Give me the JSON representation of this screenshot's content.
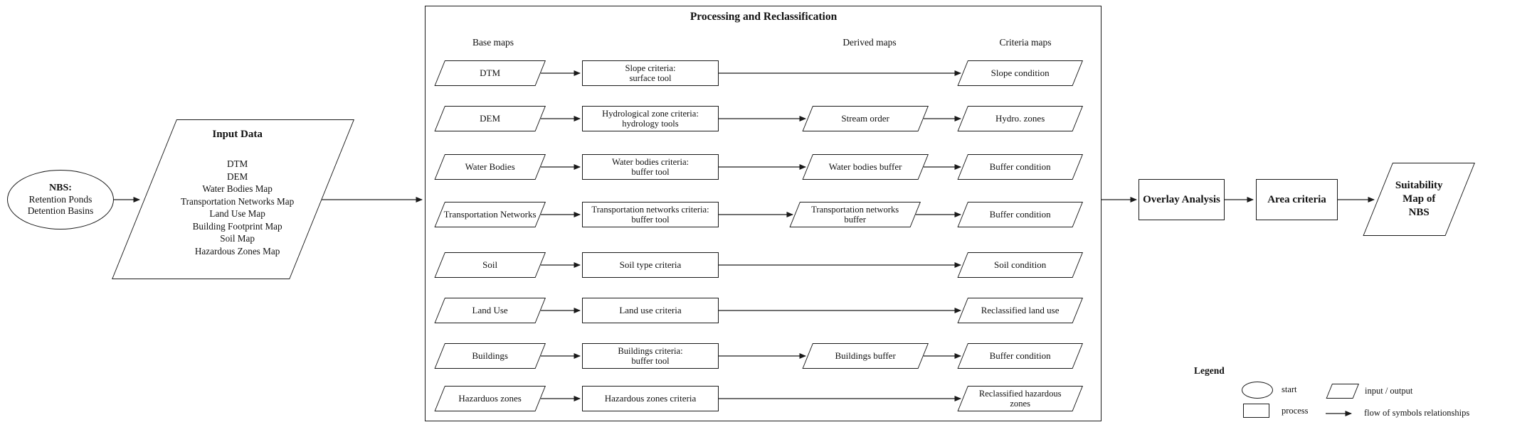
{
  "figure": {
    "start_node": {
      "title": "NBS:",
      "lines": [
        "Retention Ponds",
        "Detention Basins"
      ]
    },
    "input_node": {
      "title": "Input Data",
      "items": [
        "DTM",
        "DEM",
        "Water Bodies Map",
        "Transportation Networks Map",
        "Land Use Map",
        "Building Footprint Map",
        "Soil Map",
        "Hazardous Zones Map"
      ]
    },
    "process_section": {
      "title": "Processing and Reclassification",
      "column_headers": {
        "base": "Base maps",
        "derived": "Derived maps",
        "criteria": "Criteria maps"
      },
      "rows": [
        {
          "base": "DTM",
          "process": [
            "Slope criteria:",
            "surface tool"
          ],
          "derived": null,
          "criteria": [
            "Slope condition"
          ]
        },
        {
          "base": "DEM",
          "process": [
            "Hydrological zone criteria:",
            "hydrology tools"
          ],
          "derived": [
            "Stream order"
          ],
          "criteria": [
            "Hydro. zones"
          ]
        },
        {
          "base": "Water Bodies",
          "process": [
            "Water bodies criteria:",
            "buffer tool"
          ],
          "derived": [
            "Water bodies buffer"
          ],
          "criteria": [
            "Buffer condition"
          ]
        },
        {
          "base": "Transportation Networks",
          "process": [
            "Transportation networks criteria:",
            "buffer tool"
          ],
          "derived": [
            "Transportation networks",
            "buffer"
          ],
          "criteria": [
            "Buffer condition"
          ]
        },
        {
          "base": "Soil",
          "process": [
            "Soil type criteria"
          ],
          "derived": null,
          "criteria": [
            "Soil condition"
          ]
        },
        {
          "base": "Land Use",
          "process": [
            "Land use criteria"
          ],
          "derived": null,
          "criteria": [
            "Reclassified land use"
          ]
        },
        {
          "base": "Buildings",
          "process": [
            "Buildings criteria:",
            "buffer tool"
          ],
          "derived": [
            "Buildings buffer"
          ],
          "criteria": [
            "Buffer condition"
          ]
        },
        {
          "base": "Hazarduos zones",
          "process": [
            "Hazardous zones criteria"
          ],
          "derived": null,
          "criteria": [
            "Reclassified hazardous",
            "zones"
          ]
        }
      ]
    },
    "overlay_node": {
      "label": "Overlay Analysis"
    },
    "area_node": {
      "label": "Area criteria"
    },
    "output_node": {
      "lines": [
        "Suitability",
        "Map of",
        "NBS"
      ]
    },
    "legend": {
      "title": "Legend",
      "start_label": "start",
      "process_label": "process",
      "io_label": "input / output",
      "flow_label": "flow of symbols relationships"
    },
    "colors": {
      "line": "#1a1a1a",
      "background": "#ffffff"
    }
  }
}
